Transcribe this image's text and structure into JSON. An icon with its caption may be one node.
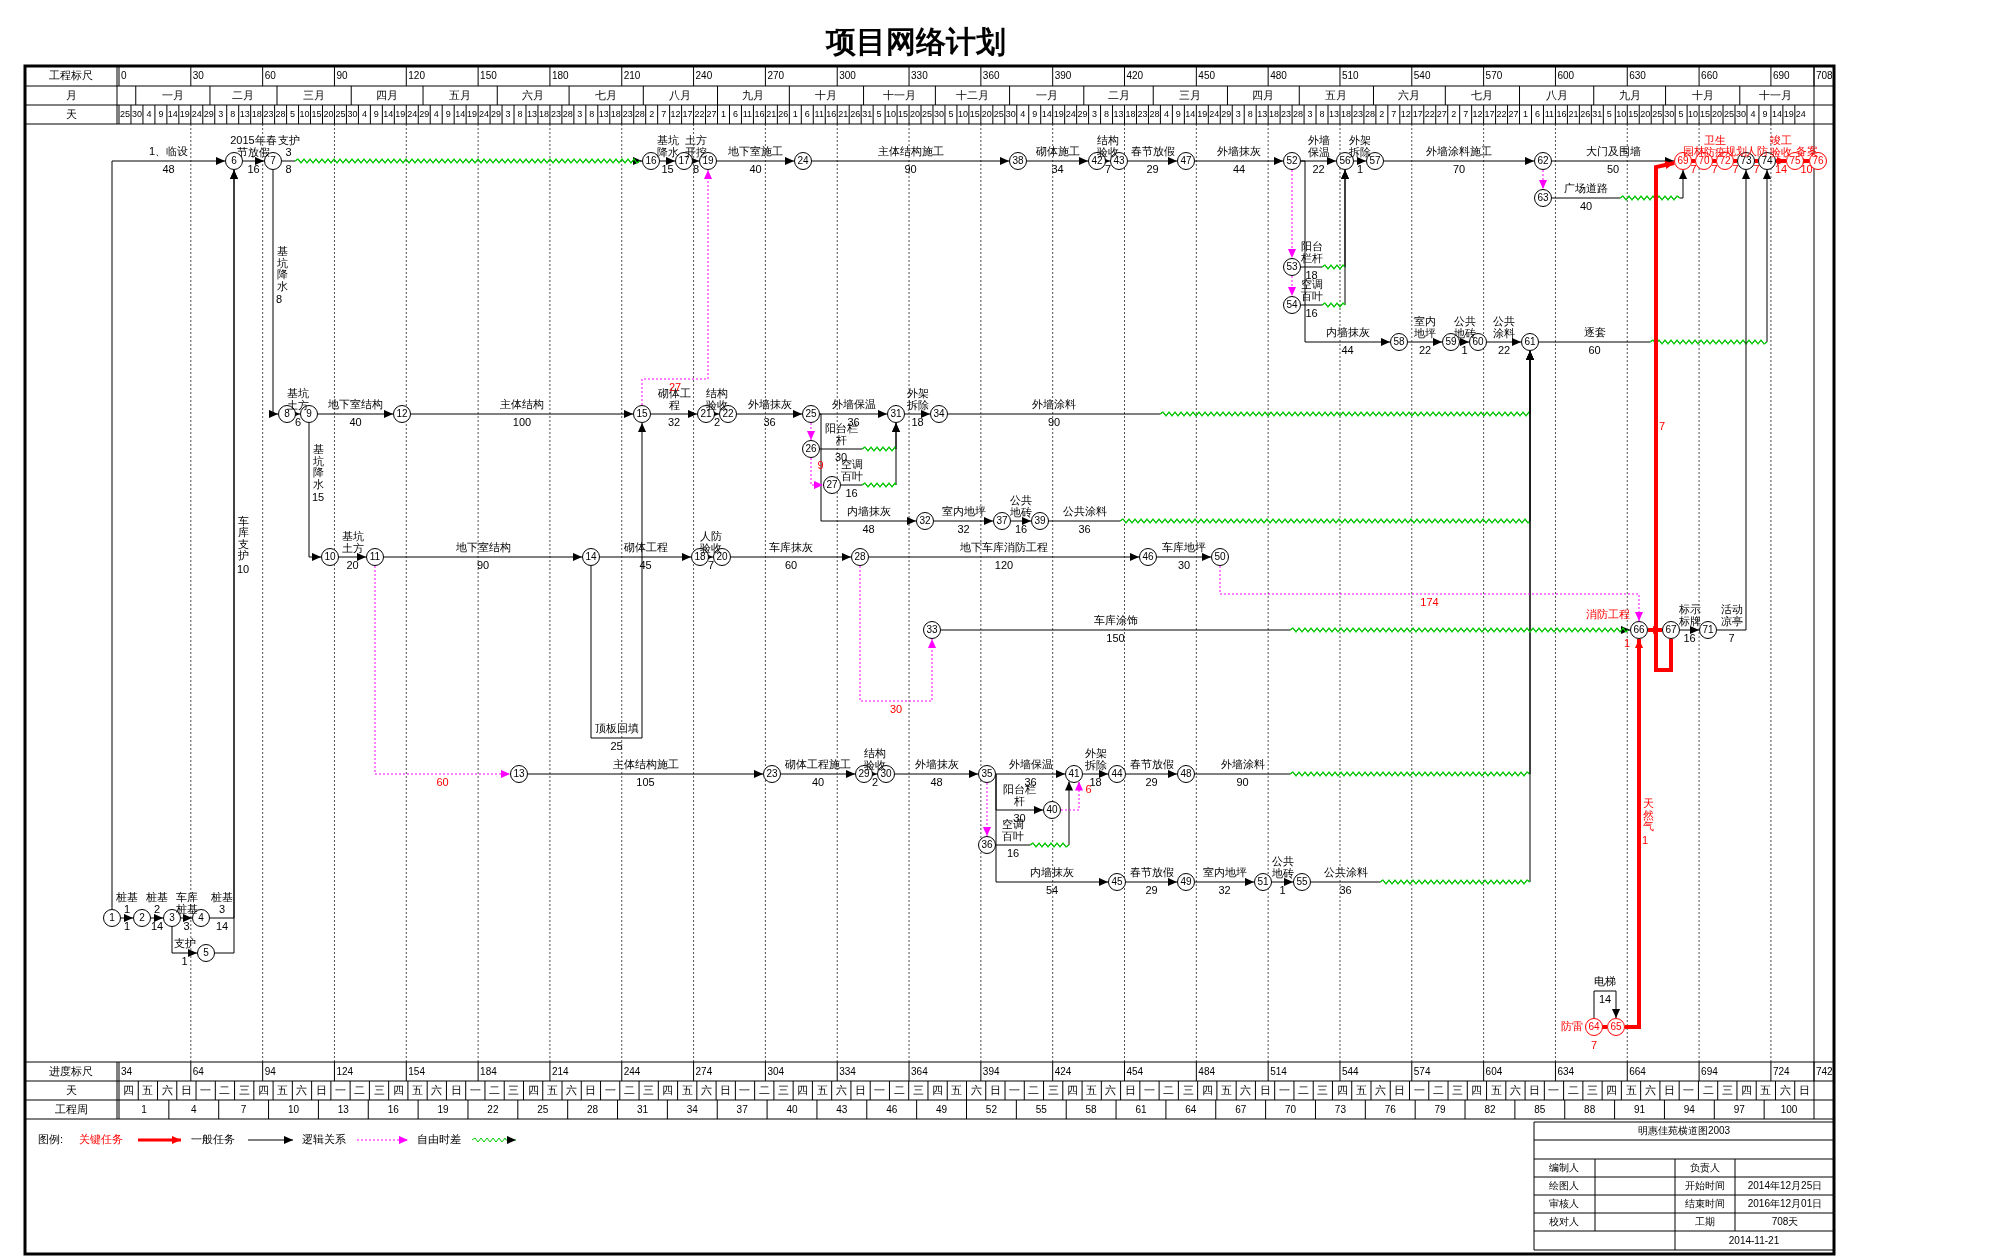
{
  "diagram": {
    "title": "项目网络计划",
    "nodes": [
      {
        "text": [
          "1"
        ]
      },
      {
        "text": [
          "2"
        ]
      },
      {
        "text": [
          "3"
        ]
      },
      {
        "text": [
          "4"
        ]
      },
      {
        "text": [
          "5"
        ]
      },
      {
        "text": [
          "6"
        ]
      },
      {
        "text": [
          "7"
        ]
      },
      {
        "text": [
          "8"
        ]
      },
      {
        "text": [
          "9"
        ]
      },
      {
        "text": [
          "10"
        ]
      },
      {
        "text": [
          "11"
        ]
      },
      {
        "text": [
          "12"
        ]
      },
      {
        "text": [
          "13"
        ]
      },
      {
        "text": [
          "14"
        ]
      },
      {
        "text": [
          "15"
        ]
      },
      {
        "text": [
          "16"
        ]
      },
      {
        "text": [
          "17"
        ]
      },
      {
        "text": [
          "18"
        ]
      },
      {
        "text": [
          "19"
        ]
      },
      {
        "text": [
          "20"
        ]
      },
      {
        "text": [
          "21"
        ]
      },
      {
        "text": [
          "22"
        ]
      },
      {
        "text": [
          "23"
        ]
      },
      {
        "text": [
          "24"
        ]
      },
      {
        "text": [
          "25"
        ]
      },
      {
        "text": [
          "26"
        ]
      },
      {
        "text": [
          "27"
        ]
      },
      {
        "text": [
          "28"
        ]
      },
      {
        "text": [
          "29"
        ]
      },
      {
        "text": [
          "30"
        ]
      },
      {
        "text": [
          "31"
        ]
      },
      {
        "text": [
          "32"
        ]
      },
      {
        "text": [
          "33"
        ]
      },
      {
        "text": [
          "34"
        ]
      },
      {
        "text": [
          "35"
        ]
      },
      {
        "text": [
          "36"
        ]
      },
      {
        "text": [
          "37"
        ]
      },
      {
        "text": [
          "38"
        ]
      },
      {
        "text": [
          "39"
        ]
      },
      {
        "text": [
          "40"
        ]
      },
      {
        "text": [
          "41"
        ]
      },
      {
        "text": [
          "42"
        ]
      },
      {
        "text": [
          "43"
        ]
      },
      {
        "text": [
          "44"
        ]
      },
      {
        "text": [
          "45"
        ]
      },
      {
        "text": [
          "46"
        ]
      },
      {
        "text": [
          "47"
        ]
      },
      {
        "text": [
          "48"
        ]
      },
      {
        "text": [
          "49"
        ]
      },
      {
        "text": [
          "50"
        ]
      },
      {
        "text": [
          "51"
        ]
      },
      {
        "text": [
          "52"
        ]
      },
      {
        "text": [
          "53"
        ]
      },
      {
        "text": [
          "54"
        ]
      },
      {
        "text": [
          "55"
        ]
      },
      {
        "text": [
          "56"
        ]
      },
      {
        "text": [
          "57"
        ]
      },
      {
        "text": [
          "58"
        ]
      },
      {
        "text": [
          "59"
        ]
      },
      {
        "text": [
          "60"
        ]
      },
      {
        "text": [
          "61"
        ]
      },
      {
        "text": [
          "62"
        ]
      },
      {
        "text": [
          "63"
        ]
      },
      {
        "text": [
          "64"
        ]
      },
      {
        "text": [
          "65"
        ]
      },
      {
        "text": [
          "66"
        ]
      },
      {
        "text": [
          "67"
        ]
      },
      {
        "text": [
          "69"
        ]
      },
      {
        "text": [
          "70"
        ]
      },
      {
        "text": [
          "71"
        ]
      },
      {
        "text": [
          "72"
        ]
      },
      {
        "text": [
          "73"
        ]
      },
      {
        "text": [
          "74"
        ]
      },
      {
        "text": [
          "75"
        ]
      },
      {
        "text": [
          "76"
        ]
      }
    ],
    "edges": [
      {
        "from": 0,
        "to": 1,
        "arrow": "to",
        "label": "桩基1"
      },
      {
        "from": 0,
        "to": 5,
        "arrow": "to",
        "label": "1、临设"
      },
      {
        "from": 1,
        "to": 2,
        "arrow": "to",
        "label": "桩基2"
      },
      {
        "from": 2,
        "to": 3,
        "arrow": "to",
        "label": "车库桩基"
      },
      {
        "from": 2,
        "to": 4,
        "arrow": "to",
        "label": "支护"
      },
      {
        "from": 3,
        "to": 5,
        "arrow": "to",
        "label": "桩基3"
      },
      {
        "from": 4,
        "to": 5,
        "arrow": "to",
        "label": "车库支护"
      },
      {
        "from": 5,
        "to": 6,
        "arrow": "to",
        "label": "2015年春节放假"
      },
      {
        "from": 6,
        "to": 15,
        "arrow": "to",
        "label": "支护3"
      },
      {
        "from": 6,
        "to": 7,
        "arrow": "to",
        "label": "基坑降水"
      },
      {
        "from": 7,
        "to": 8,
        "arrow": "to",
        "label": "基坑土方"
      },
      {
        "from": 8,
        "to": 11,
        "arrow": "to",
        "label": "地下室结构"
      },
      {
        "from": 11,
        "to": 14,
        "arrow": "to",
        "label": "主体结构"
      },
      {
        "from": 8,
        "to": 9,
        "arrow": "to",
        "label": "基坑降水"
      },
      {
        "from": 9,
        "to": 10,
        "arrow": "to",
        "label": "基坑土方"
      },
      {
        "from": 10,
        "to": 13,
        "arrow": "to",
        "label": "地下室结构"
      },
      {
        "from": 13,
        "to": 14,
        "arrow": "to",
        "label": "顶板回填"
      },
      {
        "from": 13,
        "to": 17,
        "arrow": "to",
        "label": "砌体工程"
      },
      {
        "from": 17,
        "to": 19,
        "arrow": "to",
        "label": "人防验收"
      },
      {
        "from": 19,
        "to": 27,
        "arrow": "to",
        "label": "车库抹灰"
      },
      {
        "from": 27,
        "to": 45,
        "arrow": "to",
        "label": "地下车库消防工程"
      },
      {
        "from": 45,
        "to": 49,
        "arrow": "to",
        "label": "车库地坪"
      },
      {
        "from": 14,
        "to": 20,
        "arrow": "to",
        "label": "砌体工程"
      },
      {
        "from": 20,
        "to": 21,
        "arrow": "to",
        "label": "结构验收"
      },
      {
        "from": 21,
        "to": 24,
        "arrow": "to",
        "label": "外墙抹灰"
      },
      {
        "from": 24,
        "to": 30,
        "arrow": "to",
        "label": "外墙保温"
      },
      {
        "from": 25,
        "to": 30,
        "arrow": "to",
        "label": "阳台栏杆"
      },
      {
        "from": 26,
        "to": 30,
        "arrow": "to",
        "label": "空调百叶"
      },
      {
        "from": 30,
        "to": 33,
        "arrow": "to",
        "label": "外架拆除"
      },
      {
        "from": 33,
        "to": 60,
        "arrow": "to",
        "label": "外墙涂料"
      },
      {
        "from": 24,
        "to": 31,
        "arrow": "to",
        "label": "内墙抹灰"
      },
      {
        "from": 31,
        "to": 36,
        "arrow": "to",
        "label": "室内地坪"
      },
      {
        "from": 36,
        "to": 38,
        "arrow": "to",
        "label": "公共地砖"
      },
      {
        "from": 38,
        "to": 60,
        "arrow": "to",
        "label": "公共涂料"
      },
      {
        "from": 15,
        "to": 16,
        "arrow": "to",
        "label": "基坑降水"
      },
      {
        "from": 16,
        "to": 18,
        "arrow": "to",
        "label": "土方开挖"
      },
      {
        "from": 18,
        "to": 23,
        "arrow": "to",
        "label": "地下室施工"
      },
      {
        "from": 23,
        "to": 37,
        "arrow": "to",
        "label": "主体结构施工"
      },
      {
        "from": 37,
        "to": 41,
        "arrow": "to",
        "label": "砌体施工"
      },
      {
        "from": 41,
        "to": 42,
        "arrow": "to",
        "label": "结构验收"
      },
      {
        "from": 42,
        "to": 46,
        "arrow": "to",
        "label": "春节放假"
      },
      {
        "from": 46,
        "to": 51,
        "arrow": "to",
        "label": "外墙抹灰"
      },
      {
        "from": 51,
        "to": 55,
        "arrow": "to",
        "label": "外墙保温"
      },
      {
        "from": 52,
        "to": 55,
        "arrow": "to",
        "label": "阳台栏杆"
      },
      {
        "from": 53,
        "to": 55,
        "arrow": "to",
        "label": "空调百叶"
      },
      {
        "from": 55,
        "to": 56,
        "arrow": "to",
        "label": "外架拆除"
      },
      {
        "from": 56,
        "to": 61,
        "arrow": "to",
        "label": "外墙涂料施工"
      },
      {
        "from": 51,
        "to": 57,
        "arrow": "to",
        "label": "内墙抹灰"
      },
      {
        "from": 57,
        "to": 58,
        "arrow": "to",
        "label": "室内地坪"
      },
      {
        "from": 58,
        "to": 59,
        "arrow": "to",
        "label": "公共地砖"
      },
      {
        "from": 59,
        "to": 60,
        "arrow": "to",
        "label": "公共涂料"
      },
      {
        "from": 60,
        "to": 72,
        "arrow": "to",
        "label": "逐套"
      },
      {
        "from": 61,
        "to": 67,
        "arrow": "to",
        "label": "大门及围墙"
      },
      {
        "from": 62,
        "to": 67,
        "arrow": "to",
        "label": "广场道路"
      },
      {
        "from": 12,
        "to": 22,
        "arrow": "to",
        "label": "主体结构施工"
      },
      {
        "from": 22,
        "to": 28,
        "arrow": "to",
        "label": "砌体工程施工"
      },
      {
        "from": 28,
        "to": 29,
        "arrow": "to",
        "label": "结构验收"
      },
      {
        "from": 29,
        "to": 34,
        "arrow": "to",
        "label": "外墙抹灰"
      },
      {
        "from": 34,
        "to": 40,
        "arrow": "to",
        "label": "外墙保温"
      },
      {
        "from": 34,
        "to": 39,
        "arrow": "to",
        "label": "阳台栏杆"
      },
      {
        "from": 35,
        "to": 40,
        "arrow": "to",
        "label": "空调百叶"
      },
      {
        "from": 40,
        "to": 43,
        "arrow": "to",
        "label": "外架拆除"
      },
      {
        "from": 43,
        "to": 47,
        "arrow": "to",
        "label": "春节放假"
      },
      {
        "from": 47,
        "to": 60,
        "arrow": "to",
        "label": "外墙涂料"
      },
      {
        "from": 34,
        "to": 44,
        "arrow": "to",
        "label": "内墙抹灰"
      },
      {
        "from": 44,
        "to": 48,
        "arrow": "to",
        "label": "春节放假"
      },
      {
        "from": 48,
        "to": 50,
        "arrow": "to",
        "label": "室内地坪"
      },
      {
        "from": 50,
        "to": 54,
        "arrow": "to",
        "label": "公共地砖"
      },
      {
        "from": 54,
        "to": 60,
        "arrow": "to",
        "label": "公共涂料"
      },
      {
        "from": 32,
        "to": 65,
        "arrow": "to",
        "label": "车库涂饰"
      },
      {
        "from": 63,
        "to": 64,
        "arrow": "to",
        "label": "电梯"
      },
      {
        "from": 66,
        "to": 69,
        "arrow": "to",
        "label": "标示标牌"
      },
      {
        "from": 69,
        "to": 71,
        "arrow": "to",
        "label": "活动凉亭"
      },
      {
        "from": 63,
        "to": 64,
        "arrow": "to",
        "label": "防雷",
        "style": "thick",
        "color": "#ff0000"
      },
      {
        "from": 64,
        "to": 65,
        "arrow": "to",
        "label": "天然气",
        "style": "thick",
        "color": "#ff0000"
      },
      {
        "from": 65,
        "to": 66,
        "arrow": "to",
        "label": "消防工程",
        "style": "thick",
        "color": "#ff0000"
      },
      {
        "from": 66,
        "to": 67,
        "arrow": "to",
        "style": "thick",
        "color": "#ff0000"
      },
      {
        "from": 67,
        "to": 68,
        "arrow": "to",
        "label": "园林",
        "style": "thick",
        "color": "#ff0000"
      },
      {
        "from": 68,
        "to": 70,
        "arrow": "to",
        "label": "卫生防疫",
        "style": "thick",
        "color": "#ff0000"
      },
      {
        "from": 70,
        "to": 71,
        "arrow": "to",
        "label": "规划",
        "style": "thick",
        "color": "#ff0000"
      },
      {
        "from": 71,
        "to": 72,
        "arrow": "to",
        "label": "人防",
        "style": "thick",
        "color": "#ff0000"
      },
      {
        "from": 72,
        "to": 73,
        "arrow": "to",
        "label": "竣工验收",
        "style": "thick",
        "color": "#ff0000"
      },
      {
        "from": 73,
        "to": 74,
        "arrow": "to",
        "label": "备案",
        "style": "thick",
        "color": "#ff0000"
      },
      {
        "from": 10,
        "to": 12,
        "arrow": "to",
        "label": "60",
        "style": "dashed",
        "color": "#ff00ff"
      },
      {
        "from": 14,
        "to": 18,
        "arrow": "to",
        "label": "27",
        "style": "dashed",
        "color": "#ff00ff"
      },
      {
        "from": 24,
        "to": 25,
        "arrow": "to",
        "style": "dashed",
        "color": "#ff00ff"
      },
      {
        "from": 25,
        "to": 26,
        "arrow": "to",
        "label": "9",
        "style": "dashed",
        "color": "#ff00ff"
      },
      {
        "from": 27,
        "to": 32,
        "arrow": "to",
        "label": "30",
        "style": "dashed",
        "color": "#ff00ff"
      },
      {
        "from": 34,
        "to": 35,
        "arrow": "to",
        "style": "dashed",
        "color": "#ff00ff"
      },
      {
        "from": 39,
        "to": 40,
        "arrow": "to",
        "label": "6",
        "style": "dashed",
        "color": "#ff00ff"
      },
      {
        "from": 51,
        "to": 52,
        "arrow": "to",
        "style": "dashed",
        "color": "#ff00ff"
      },
      {
        "from": 52,
        "to": 53,
        "arrow": "to",
        "style": "dashed",
        "color": "#ff00ff"
      },
      {
        "from": 61,
        "to": 62,
        "arrow": "to",
        "style": "dashed",
        "color": "#ff00ff"
      },
      {
        "from": 49,
        "to": 65,
        "arrow": "to",
        "label": "174",
        "style": "dashed",
        "color": "#ff00ff"
      }
    ],
    "labels": [
      "工程标尺",
      "0",
      "30",
      "60",
      "90",
      "120",
      "150",
      "180",
      "210",
      "240",
      "270",
      "300",
      "330",
      "360",
      "390",
      "420",
      "450",
      "480",
      "510",
      "540",
      "570",
      "600",
      "630",
      "660",
      "690",
      "708",
      "月",
      "一月",
      "二月",
      "三月",
      "四月",
      "五月",
      "六月",
      "七月",
      "八月",
      "九月",
      "十月",
      "十一月",
      "十二月",
      "一月",
      "二月",
      "三月",
      "四月",
      "五月",
      "六月",
      "七月",
      "八月",
      "九月",
      "十月",
      "十一月",
      "天",
      "25",
      "30",
      "4",
      "9",
      "14",
      "19",
      "24",
      "29",
      "3",
      "8",
      "13",
      "18",
      "23",
      "28",
      "5",
      "10",
      "15",
      "20",
      "25",
      "30",
      "4",
      "9",
      "14",
      "19",
      "24",
      "29",
      "4",
      "9",
      "14",
      "19",
      "24",
      "29",
      "3",
      "8",
      "13",
      "18",
      "23",
      "28",
      "3",
      "8",
      "13",
      "18",
      "23",
      "28",
      "2",
      "7",
      "12",
      "17",
      "22",
      "27",
      "1",
      "6",
      "11",
      "16",
      "21",
      "26",
      "1",
      "6",
      "11",
      "16",
      "21",
      "26",
      "31",
      "5",
      "10",
      "15",
      "20",
      "25",
      "30",
      "5",
      "10",
      "15",
      "20",
      "25",
      "30",
      "4",
      "9",
      "14",
      "19",
      "24",
      "29",
      "3",
      "8",
      "13",
      "18",
      "23",
      "28",
      "4",
      "9",
      "14",
      "19",
      "24",
      "29",
      "3",
      "8",
      "13",
      "18",
      "23",
      "28",
      "3",
      "8",
      "13",
      "18",
      "23",
      "28",
      "2",
      "7",
      "12",
      "17",
      "22",
      "27",
      "2",
      "7",
      "12",
      "17",
      "22",
      "27",
      "1",
      "6",
      "11",
      "16",
      "21",
      "26",
      "31",
      "5",
      "10",
      "15",
      "20",
      "25",
      "30",
      "5",
      "10",
      "15",
      "20",
      "25",
      "30",
      "4",
      "9",
      "14",
      "19",
      "24",
      "1",
      "48",
      "14",
      "3",
      "1",
      "14",
      "10",
      "16",
      "8",
      "8",
      "6",
      "40",
      "100",
      "15",
      "20",
      "90",
      "25",
      "45",
      "7",
      "60",
      "120",
      "30",
      "32",
      "2",
      "36",
      "36",
      "30",
      "16",
      "18",
      "90",
      "48",
      "32",
      "16",
      "36",
      "15",
      "8",
      "40",
      "90",
      "34",
      "7",
      "29",
      "44",
      "22",
      "18",
      "16",
      "1",
      "70",
      "44",
      "22",
      "1",
      "22",
      "60",
      "50",
      "40",
      "105",
      "40",
      "2",
      "48",
      "36",
      "30",
      "16",
      "18",
      "29",
      "90",
      "54",
      "29",
      "32",
      "1",
      "36",
      "150",
      "14",
      "16",
      "7",
      "7",
      "1",
      "1",
      "7",
      "7",
      "7",
      "7",
      "7",
      "14",
      "10",
      "进度标尺",
      "34",
      "64",
      "94",
      "124",
      "154",
      "184",
      "214",
      "244",
      "274",
      "304",
      "334",
      "364",
      "394",
      "424",
      "454",
      "484",
      "514",
      "544",
      "574",
      "604",
      "634",
      "664",
      "694",
      "724",
      "742",
      "天",
      "四",
      "五",
      "六",
      "日",
      "一",
      "二",
      "三",
      "四",
      "五",
      "六",
      "日",
      "一",
      "二",
      "三",
      "四",
      "五",
      "六",
      "日",
      "一",
      "二",
      "三",
      "四",
      "五",
      "六",
      "日",
      "一",
      "二",
      "三",
      "四",
      "五",
      "六",
      "日",
      "一",
      "二",
      "三",
      "四",
      "五",
      "六",
      "日",
      "一",
      "二",
      "三",
      "四",
      "五",
      "六",
      "日",
      "一",
      "二",
      "三",
      "四",
      "五",
      "六",
      "日",
      "一",
      "二",
      "三",
      "四",
      "五",
      "六",
      "日",
      "一",
      "二",
      "三",
      "四",
      "五",
      "六",
      "日",
      "一",
      "二",
      "三",
      "四",
      "五",
      "六",
      "日",
      "一",
      "二",
      "三",
      "四",
      "五",
      "六",
      "日",
      "一",
      "二",
      "三",
      "四",
      "五",
      "六",
      "日",
      "工程周",
      "1",
      "4",
      "7",
      "10",
      "13",
      "16",
      "19",
      "22",
      "25",
      "28",
      "31",
      "34",
      "37",
      "40",
      "43",
      "46",
      "49",
      "52",
      "55",
      "58",
      "61",
      "64",
      "67",
      "70",
      "73",
      "76",
      "79",
      "82",
      "85",
      "88",
      "91",
      "94",
      "97",
      "100",
      "图例:",
      "明惠佳苑横道图2003",
      "编制人",
      "负责人",
      "绘图人",
      "开始时间",
      "2014年12月25日",
      "审核人",
      "结束时间",
      "2016年12月01日",
      "校对人",
      "工期",
      "708天",
      "2014-11-21"
    ],
    "legend": [
      {
        "text": "关键任务"
      },
      {
        "text": "一般任务"
      },
      {
        "text": "逻辑关系"
      },
      {
        "text": "自由时差"
      }
    ]
  }
}
